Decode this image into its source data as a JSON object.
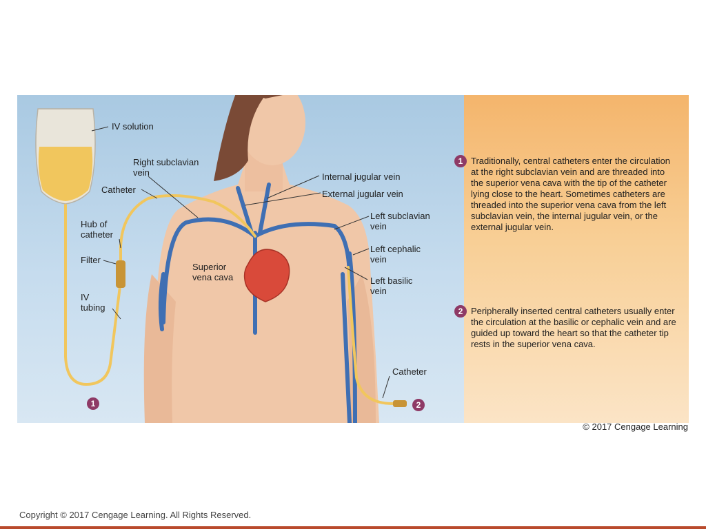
{
  "labels": {
    "iv_solution": "IV solution",
    "right_subclavian": "Right subclavian\nvein",
    "catheter_left": "Catheter",
    "hub_of_catheter": "Hub of\ncatheter",
    "filter": "Filter",
    "iv_tubing": "IV\ntubing",
    "internal_jugular": "Internal jugular vein",
    "external_jugular": "External jugular vein",
    "left_subclavian": "Left subclavian\nvein",
    "left_cephalic": "Left cephalic\nvein",
    "left_basilic": "Left basilic\nvein",
    "superior_vena_cava": "Superior\nvena cava",
    "catheter_right": "Catheter"
  },
  "markers": {
    "one": "1",
    "two": "2"
  },
  "notes": [
    {
      "num": "1",
      "text": "Traditionally, central catheters enter the circulation at the right subclavian vein and are threaded into the superior vena cava with the tip of the catheter lying close to the heart. Sometimes catheters are threaded into the superior vena cava from the left subclavian vein, the internal jugular vein, or the external jugular vein."
    },
    {
      "num": "2",
      "text": "Peripherally inserted central catheters usually enter the circulation at the basilic or cephalic vein and are guided up toward the heart so that the catheter tip rests in the superior vena cava."
    }
  ],
  "credit": "© 2017 Cengage Learning",
  "footer": "Copyright © 2017 Cengage Learning. All Rights Reserved.",
  "colors": {
    "vein": "#3f6fb3",
    "catheter": "#f1c65d",
    "skin": "#f0c7a8",
    "hair": "#7a4a36",
    "heart": "#d94a3a",
    "marker": "#8e3a66",
    "footer_rule": "#b94a2c"
  }
}
